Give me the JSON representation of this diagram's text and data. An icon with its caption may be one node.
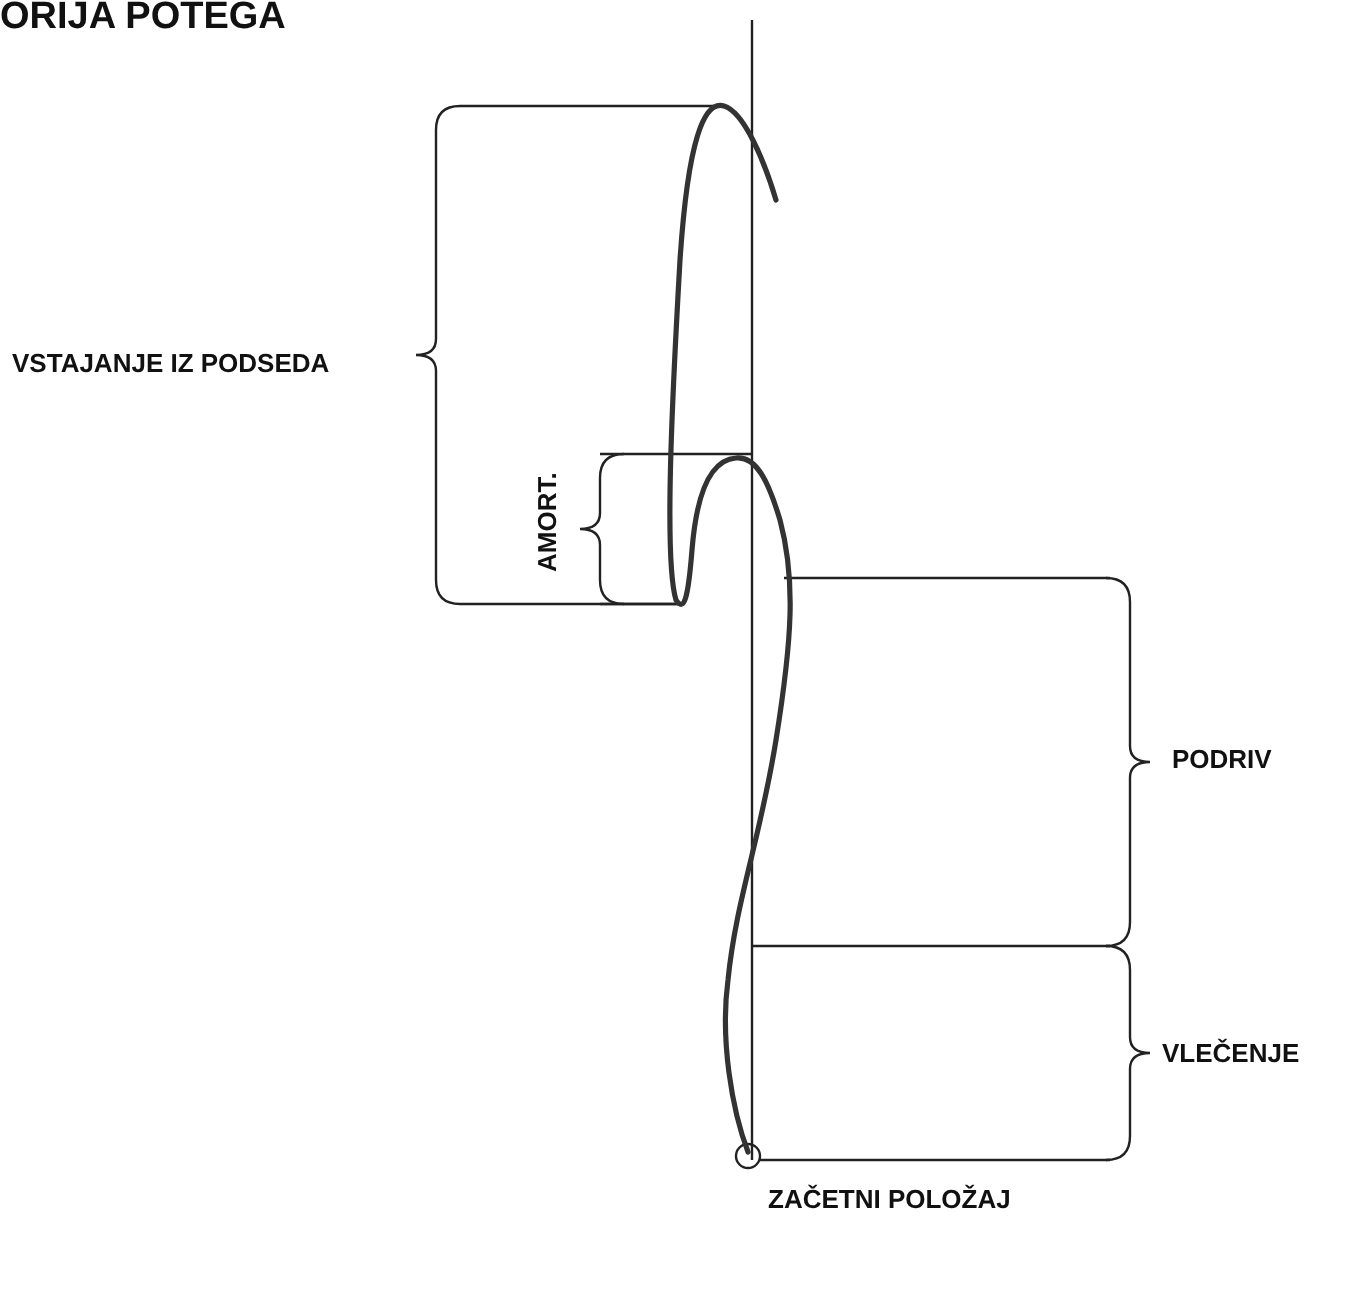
{
  "diagram": {
    "title": "ORIJA POTEGA",
    "labels": [
      "VSTAJANJE IZ PODSEDA",
      "AMORT.",
      "PODRIV",
      "VLEČENJE",
      "ZAČETNI POLOŽAJ"
    ]
  }
}
